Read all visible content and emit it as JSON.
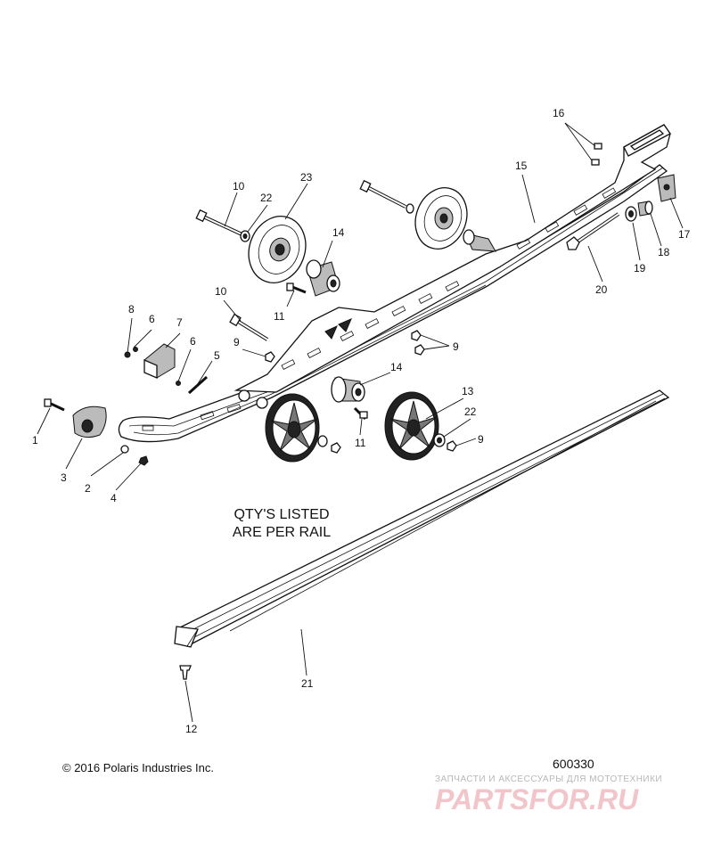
{
  "callouts": [
    {
      "num": "1"
    },
    {
      "num": "2"
    },
    {
      "num": "3"
    },
    {
      "num": "4"
    },
    {
      "num": "5"
    },
    {
      "num": "6"
    },
    {
      "num": "6"
    },
    {
      "num": "7"
    },
    {
      "num": "8"
    },
    {
      "num": "9"
    },
    {
      "num": "9"
    },
    {
      "num": "9"
    },
    {
      "num": "10"
    },
    {
      "num": "10"
    },
    {
      "num": "11"
    },
    {
      "num": "11"
    },
    {
      "num": "12"
    },
    {
      "num": "13"
    },
    {
      "num": "14"
    },
    {
      "num": "14"
    },
    {
      "num": "15"
    },
    {
      "num": "16"
    },
    {
      "num": "17"
    },
    {
      "num": "18"
    },
    {
      "num": "19"
    },
    {
      "num": "20"
    },
    {
      "num": "21"
    },
    {
      "num": "22"
    },
    {
      "num": "22"
    },
    {
      "num": "23"
    }
  ],
  "note": {
    "line1": "QTY'S LISTED",
    "line2": "ARE PER RAIL"
  },
  "copyright": "© 2016 Polaris Industries Inc.",
  "figure_number": "600330",
  "watermark": {
    "caption": "ЗАПЧАСТИ И АКСЕССУАРЫ ДЛЯ МОТОТЕХНИКИ",
    "logo_text": "PARTSFOR.RU",
    "logo_color": "#e8a0a8"
  }
}
